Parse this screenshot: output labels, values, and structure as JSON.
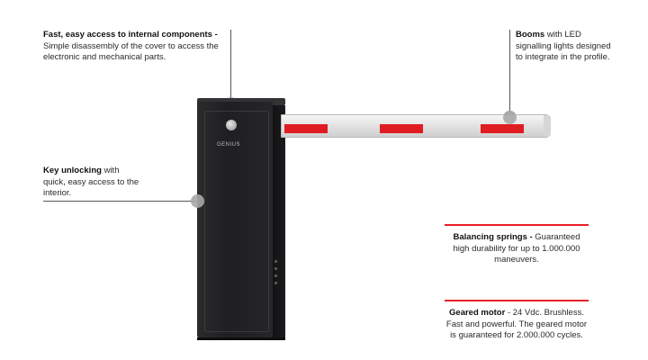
{
  "callouts": {
    "components": {
      "title": "Fast, easy access to internal components -",
      "body": "Simple disassembly of the cover to access the electronic and mechanical parts."
    },
    "booms": {
      "title": "Booms",
      "body": "with LED signalling lights designed to integrate in the profile."
    },
    "key": {
      "title": "Key unlocking",
      "body": "with quick, easy access to the interior."
    },
    "springs": {
      "title": "Balancing springs -",
      "body": "Guaranteed high durability for up to 1.000.000 maneuvers."
    },
    "motor": {
      "title": "Geared motor",
      "body": "- 24 Vdc. Brushless. Fast and powerful. The geared motor is guaranteed for 2.000.000 cycles."
    }
  },
  "product": {
    "brand_logo": "GENIUS"
  },
  "colors": {
    "accent_red": "#e8202a",
    "cabinet": "#232325",
    "boom_stripe": "#e11b22",
    "callout_dot": "#a9a9a9"
  }
}
